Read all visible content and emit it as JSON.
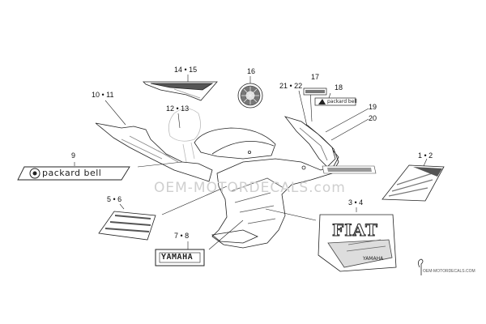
{
  "callouts": {
    "c14_15": "14 • 15",
    "c16": "16",
    "c10_11": "10 • 11",
    "c12_13": "12 • 13",
    "c17": "17",
    "c18": "18",
    "c21_22": "21 • 22",
    "c19": "19",
    "c20": "20",
    "c9": "9",
    "c1_2": "1 • 2",
    "c5_6": "5 • 6",
    "c3_4": "3 • 4",
    "c7_8": "7 • 8"
  },
  "decals": {
    "packard_bell_large": "packard bell",
    "packard_bell_small": "packard bell",
    "yamaha_plate": "YAMAHA",
    "fiat": "FIAT",
    "yamaha_small": "YAMAHA"
  },
  "watermark": "OEM-MOTORDECALS.com",
  "credit": "OEM-MOTORDECALS.COM"
}
